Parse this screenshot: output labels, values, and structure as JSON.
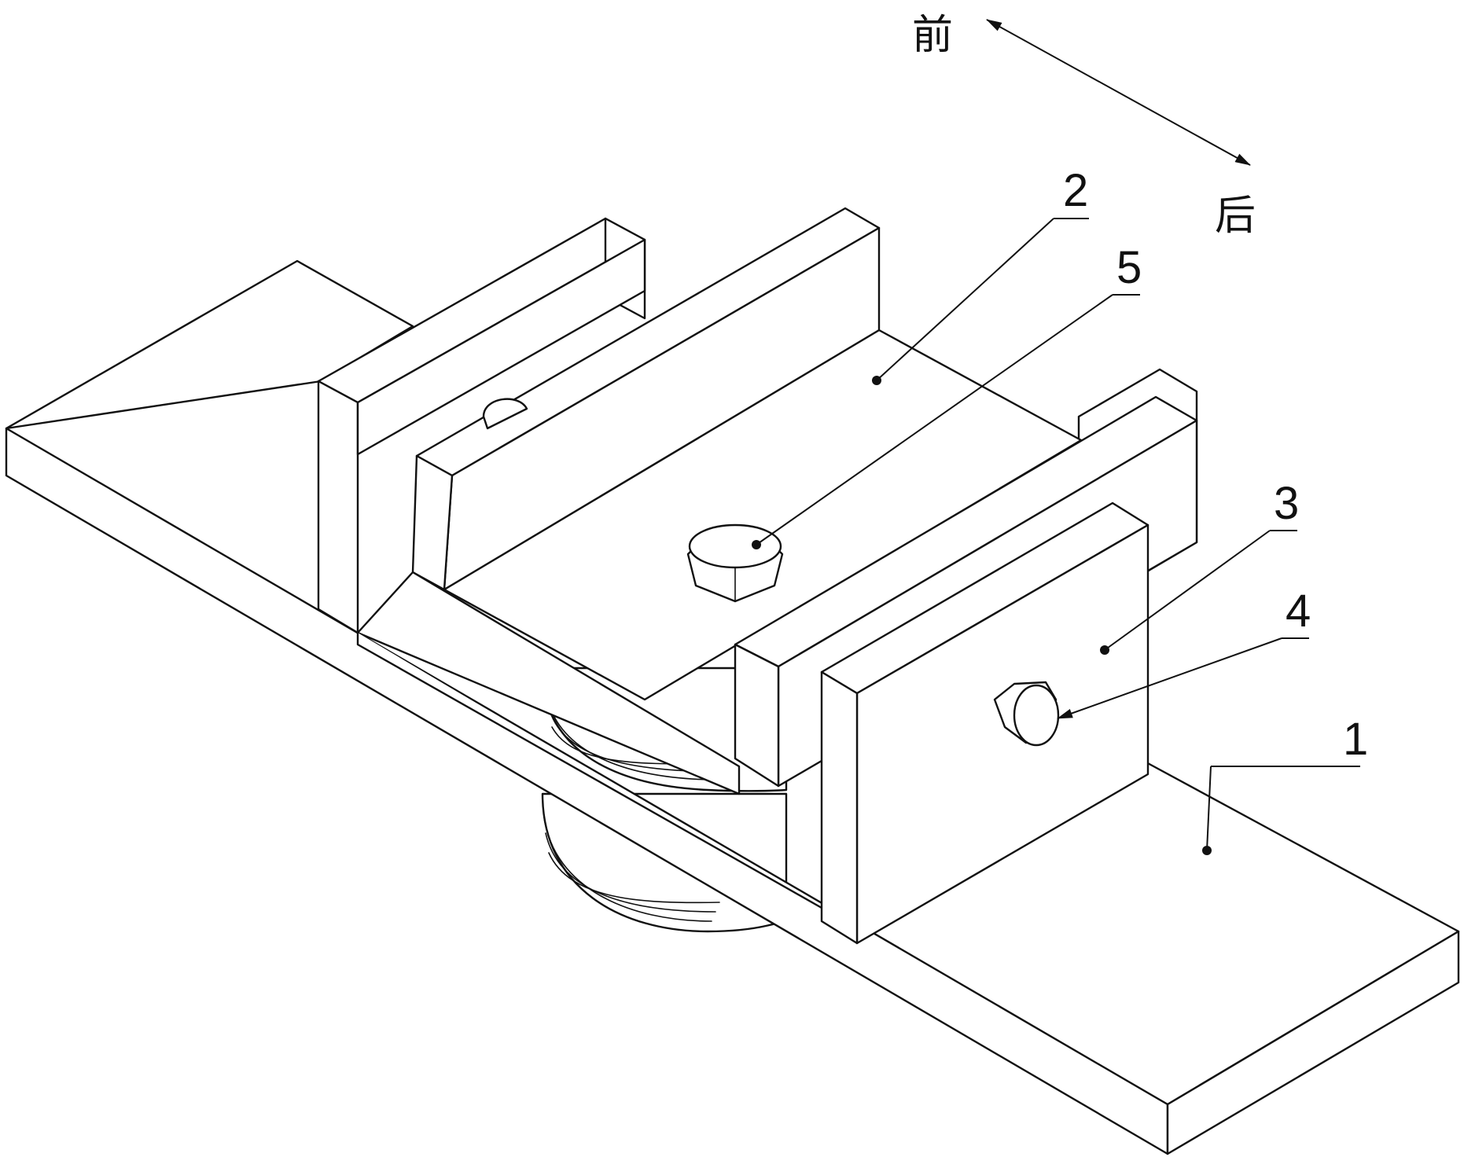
{
  "direction": {
    "front_label": "前",
    "back_label": "后"
  },
  "labels": {
    "base_plate": "1",
    "u_channel": "2",
    "side_plate": "3",
    "side_bolt": "4",
    "top_bolt": "5"
  }
}
